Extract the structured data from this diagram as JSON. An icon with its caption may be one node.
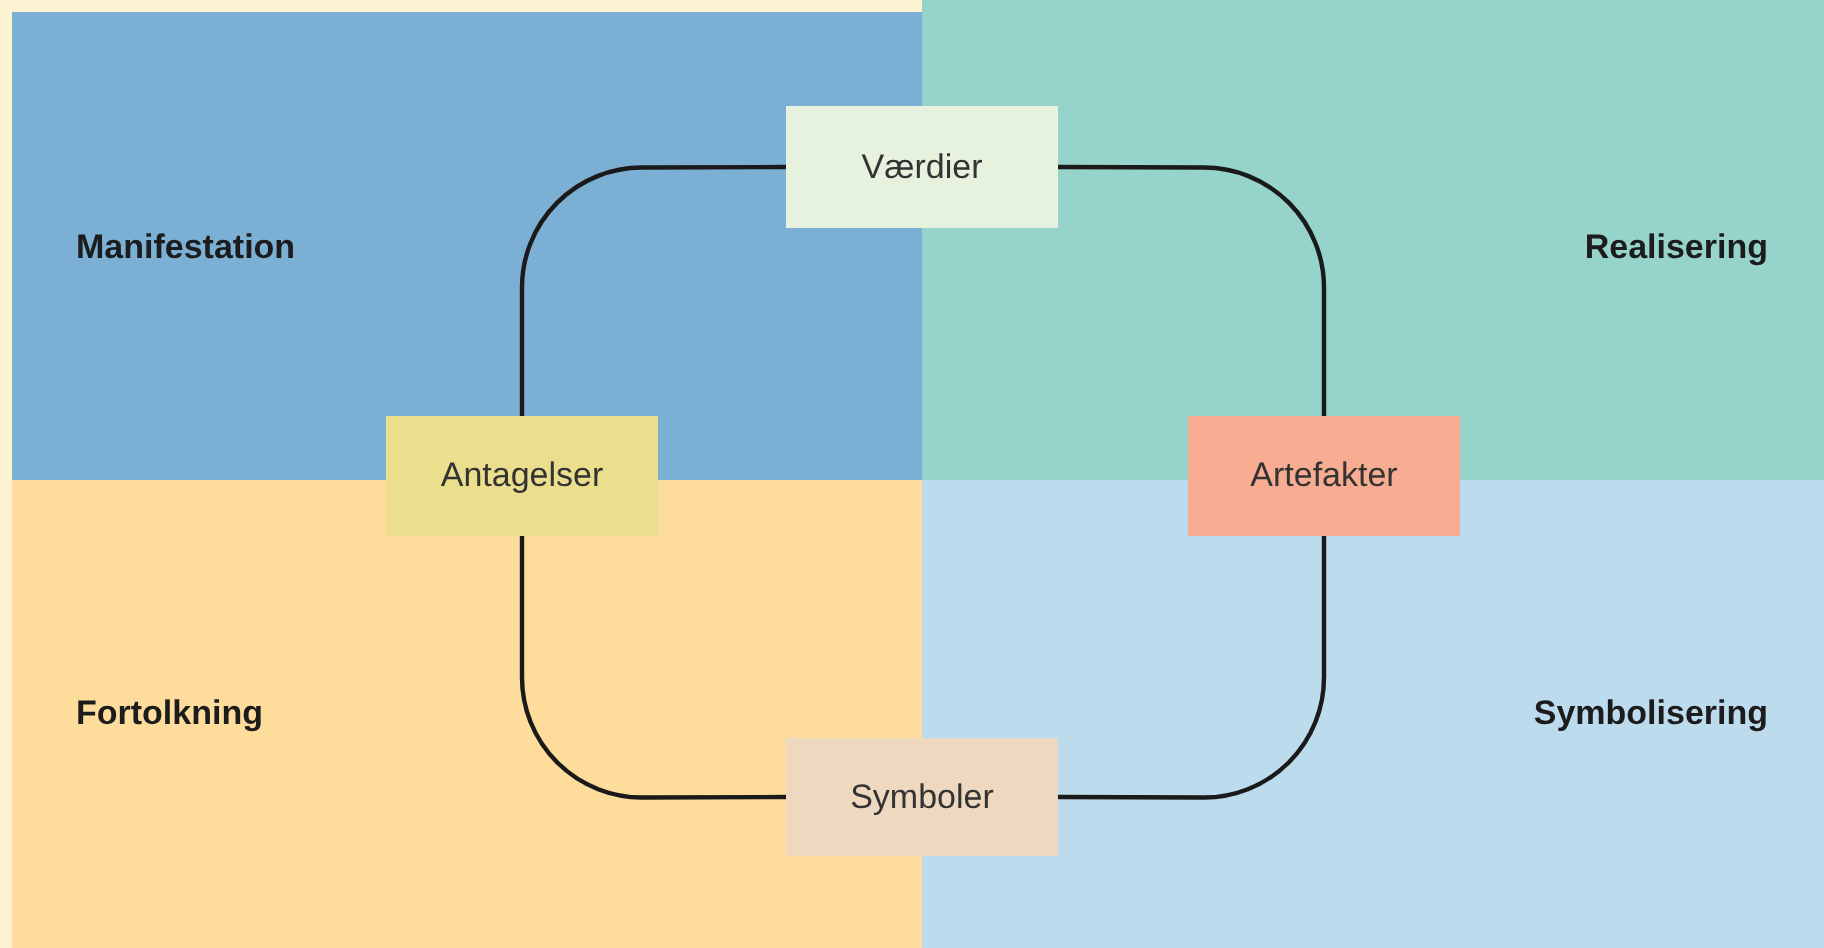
{
  "diagram": {
    "nodes": [
      {
        "text": [
          "Værdier"
        ]
      },
      {
        "text": [
          "Antagelser"
        ]
      },
      {
        "text": [
          "Artefakter"
        ]
      },
      {
        "text": [
          "Symboler"
        ]
      }
    ],
    "edges": [
      {
        "from": 0,
        "to": 2,
        "arrow": "none"
      },
      {
        "from": 2,
        "to": 3,
        "arrow": "none"
      },
      {
        "from": 3,
        "to": 1,
        "arrow": "none"
      },
      {
        "from": 1,
        "to": 0,
        "arrow": "none"
      }
    ],
    "labels": [
      "Manifestation",
      "Realisering",
      "Fortolkning",
      "Symbolisering"
    ]
  }
}
